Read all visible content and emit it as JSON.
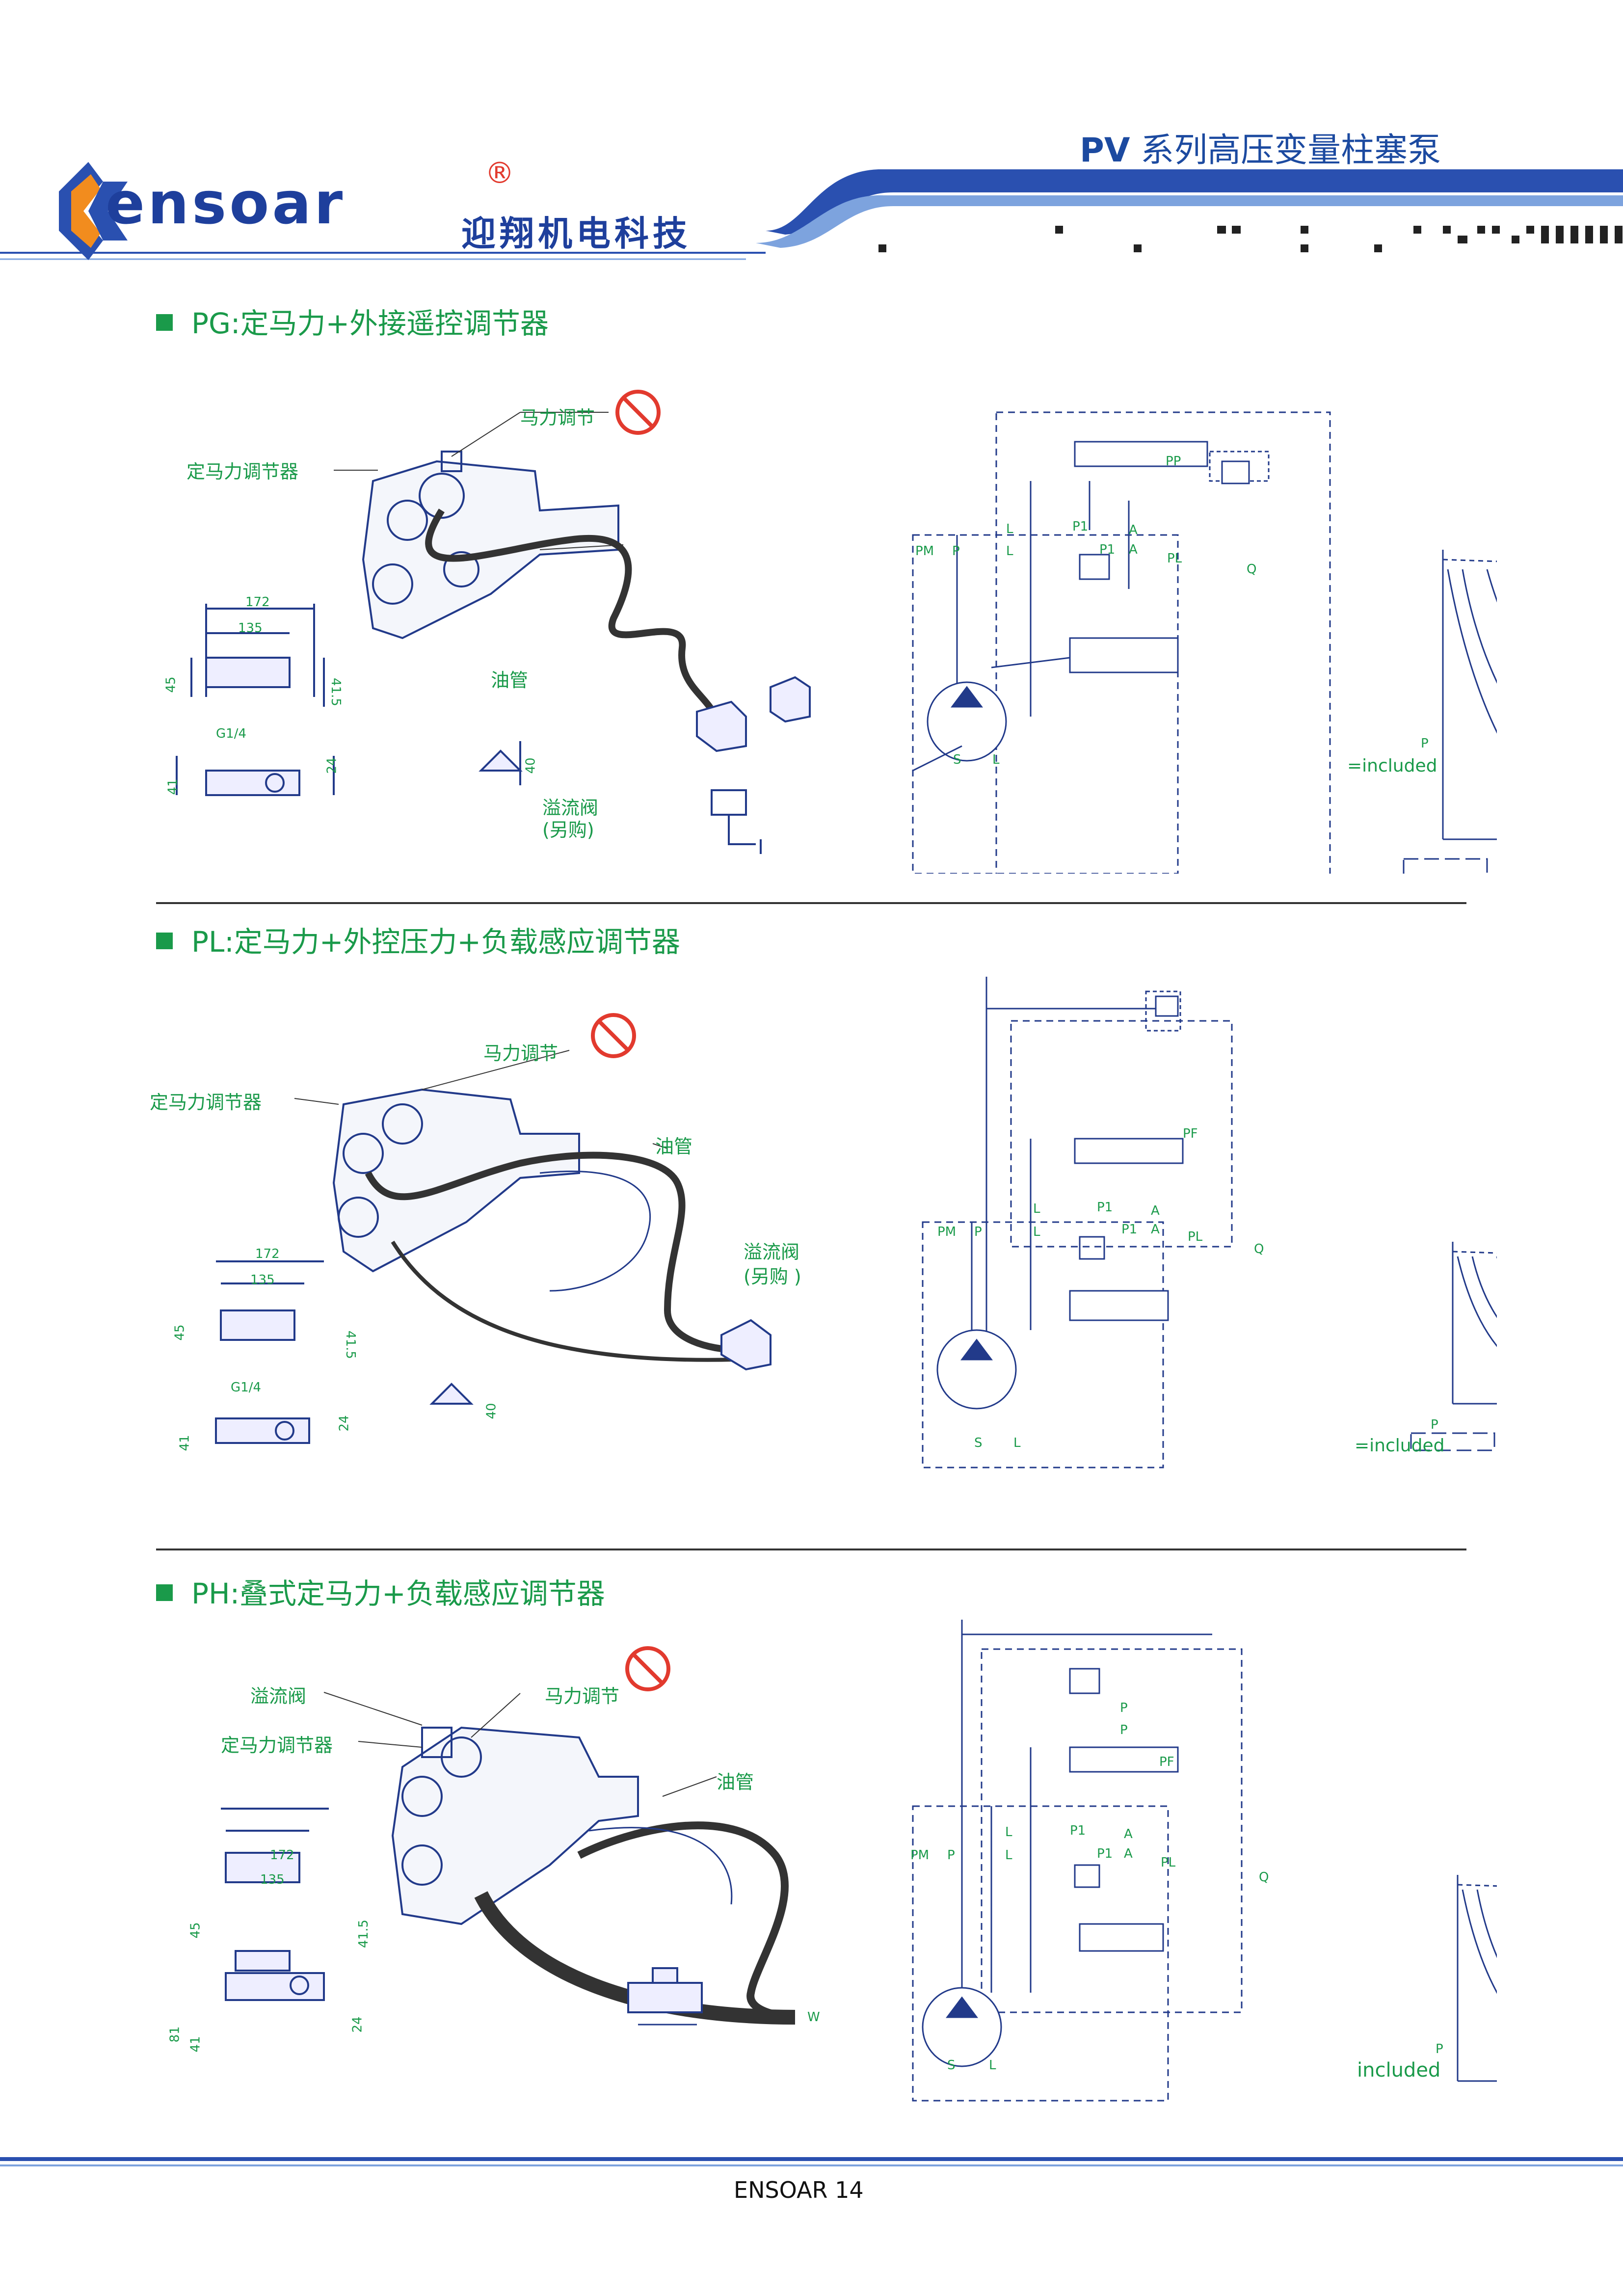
{
  "header": {
    "title_prefix": "PV",
    "title_rest": " 系列高压变量柱塞泵",
    "brand": "ensoar",
    "brand_mark": "®",
    "company": "迎翔机电科技"
  },
  "sections": [
    {
      "title": "PG:定马力+外接遥控调节器",
      "labels": {
        "horsepower_adjust": "马力调节",
        "constant_hp_regulator": "定马力调节器",
        "oil_pipe": "油管",
        "relief_valve": "溢流阀",
        "purchase_separately": "(另购)"
      },
      "dims": {
        "d172": "172",
        "d135": "135",
        "d45": "45",
        "d41_5": "41.5",
        "g14": "G1/4",
        "d41": "41",
        "d24": "24",
        "d40": "40"
      },
      "ports": [
        "PM",
        "P",
        "L",
        "L",
        "P1",
        "A",
        "P1",
        "A",
        "PL",
        "PP",
        "S",
        "L"
      ],
      "chart": {
        "q": "Q",
        "p": "P",
        "legend": "=included"
      }
    },
    {
      "title": "PL:定马力+外控压力+负载感应调节器",
      "labels": {
        "horsepower_adjust": "马力调节",
        "constant_hp_regulator": "定马力调节器",
        "oil_pipe": "油管",
        "relief_valve": "溢流阀",
        "purchase_separately": "(另购 )"
      },
      "dims": {
        "d172": "172",
        "d135": "135",
        "d45": "45",
        "d41_5": "41.5",
        "g14": "G1/4",
        "d41": "41",
        "d24": "24",
        "d40": "40"
      },
      "ports": [
        "PF",
        "PM",
        "P",
        "L",
        "L",
        "P1",
        "A",
        "P1",
        "A",
        "PL",
        "S",
        "L"
      ],
      "chart": {
        "q": "Q",
        "p": "P",
        "legend": "=included"
      }
    },
    {
      "title": "PH:叠式定马力+负载感应调节器",
      "labels": {
        "relief_valve": "溢流阀",
        "horsepower_adjust": "马力调节",
        "constant_hp_regulator": "定马力调节器",
        "oil_pipe": "油管",
        "w": "W"
      },
      "dims": {
        "d172": "172",
        "d135": "135",
        "d45": "45",
        "d41_5": "41.5",
        "d81": "81",
        "d41": "41",
        "d24": "24"
      },
      "ports": [
        "P",
        "P",
        "PF",
        "PM",
        "P",
        "L",
        "L",
        "P1",
        "A",
        "P1",
        "A",
        "PL",
        "S",
        "L"
      ],
      "chart": {
        "q": "Q",
        "p": "P",
        "legend": "included"
      }
    }
  ],
  "footer": {
    "page": "ENSOAR 14"
  },
  "colors": {
    "green": "#1a9a4a",
    "blue": "#1e3f9c",
    "red": "#e23a2e",
    "line": "#223a8a"
  }
}
